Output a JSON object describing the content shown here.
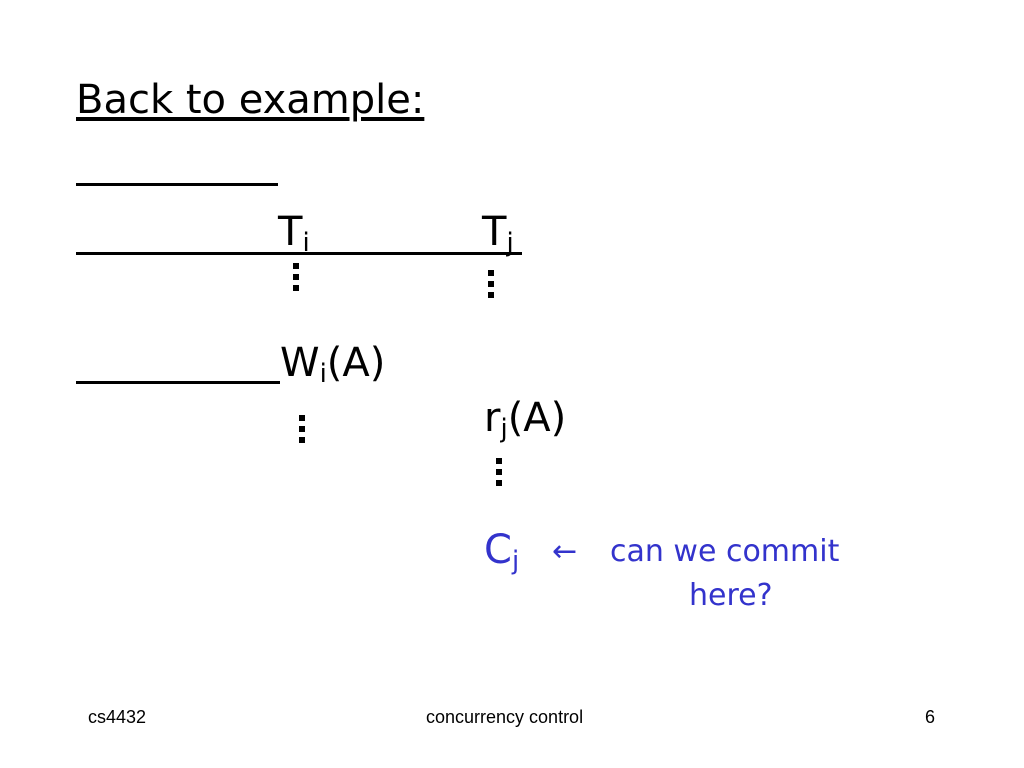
{
  "slide": {
    "title": "Back to example:",
    "ti_T": "T",
    "ti_sub": "i",
    "tj_T": "T",
    "tj_sub": "j",
    "wi_W": "W",
    "wi_sub": "i",
    "wi_arg": "(A)",
    "rj_r": "r",
    "rj_sub": "j",
    "rj_arg": "(A)",
    "cj_C": "C",
    "cj_sub": "j",
    "arrow": "←",
    "question_line1": "can we commit",
    "question_line2": "here?"
  },
  "footer": {
    "left": "cs4432",
    "center": "concurrency control",
    "page": "6"
  },
  "colors": {
    "text": "#000000",
    "accent_blue": "#3333cc",
    "background": "#ffffff"
  }
}
